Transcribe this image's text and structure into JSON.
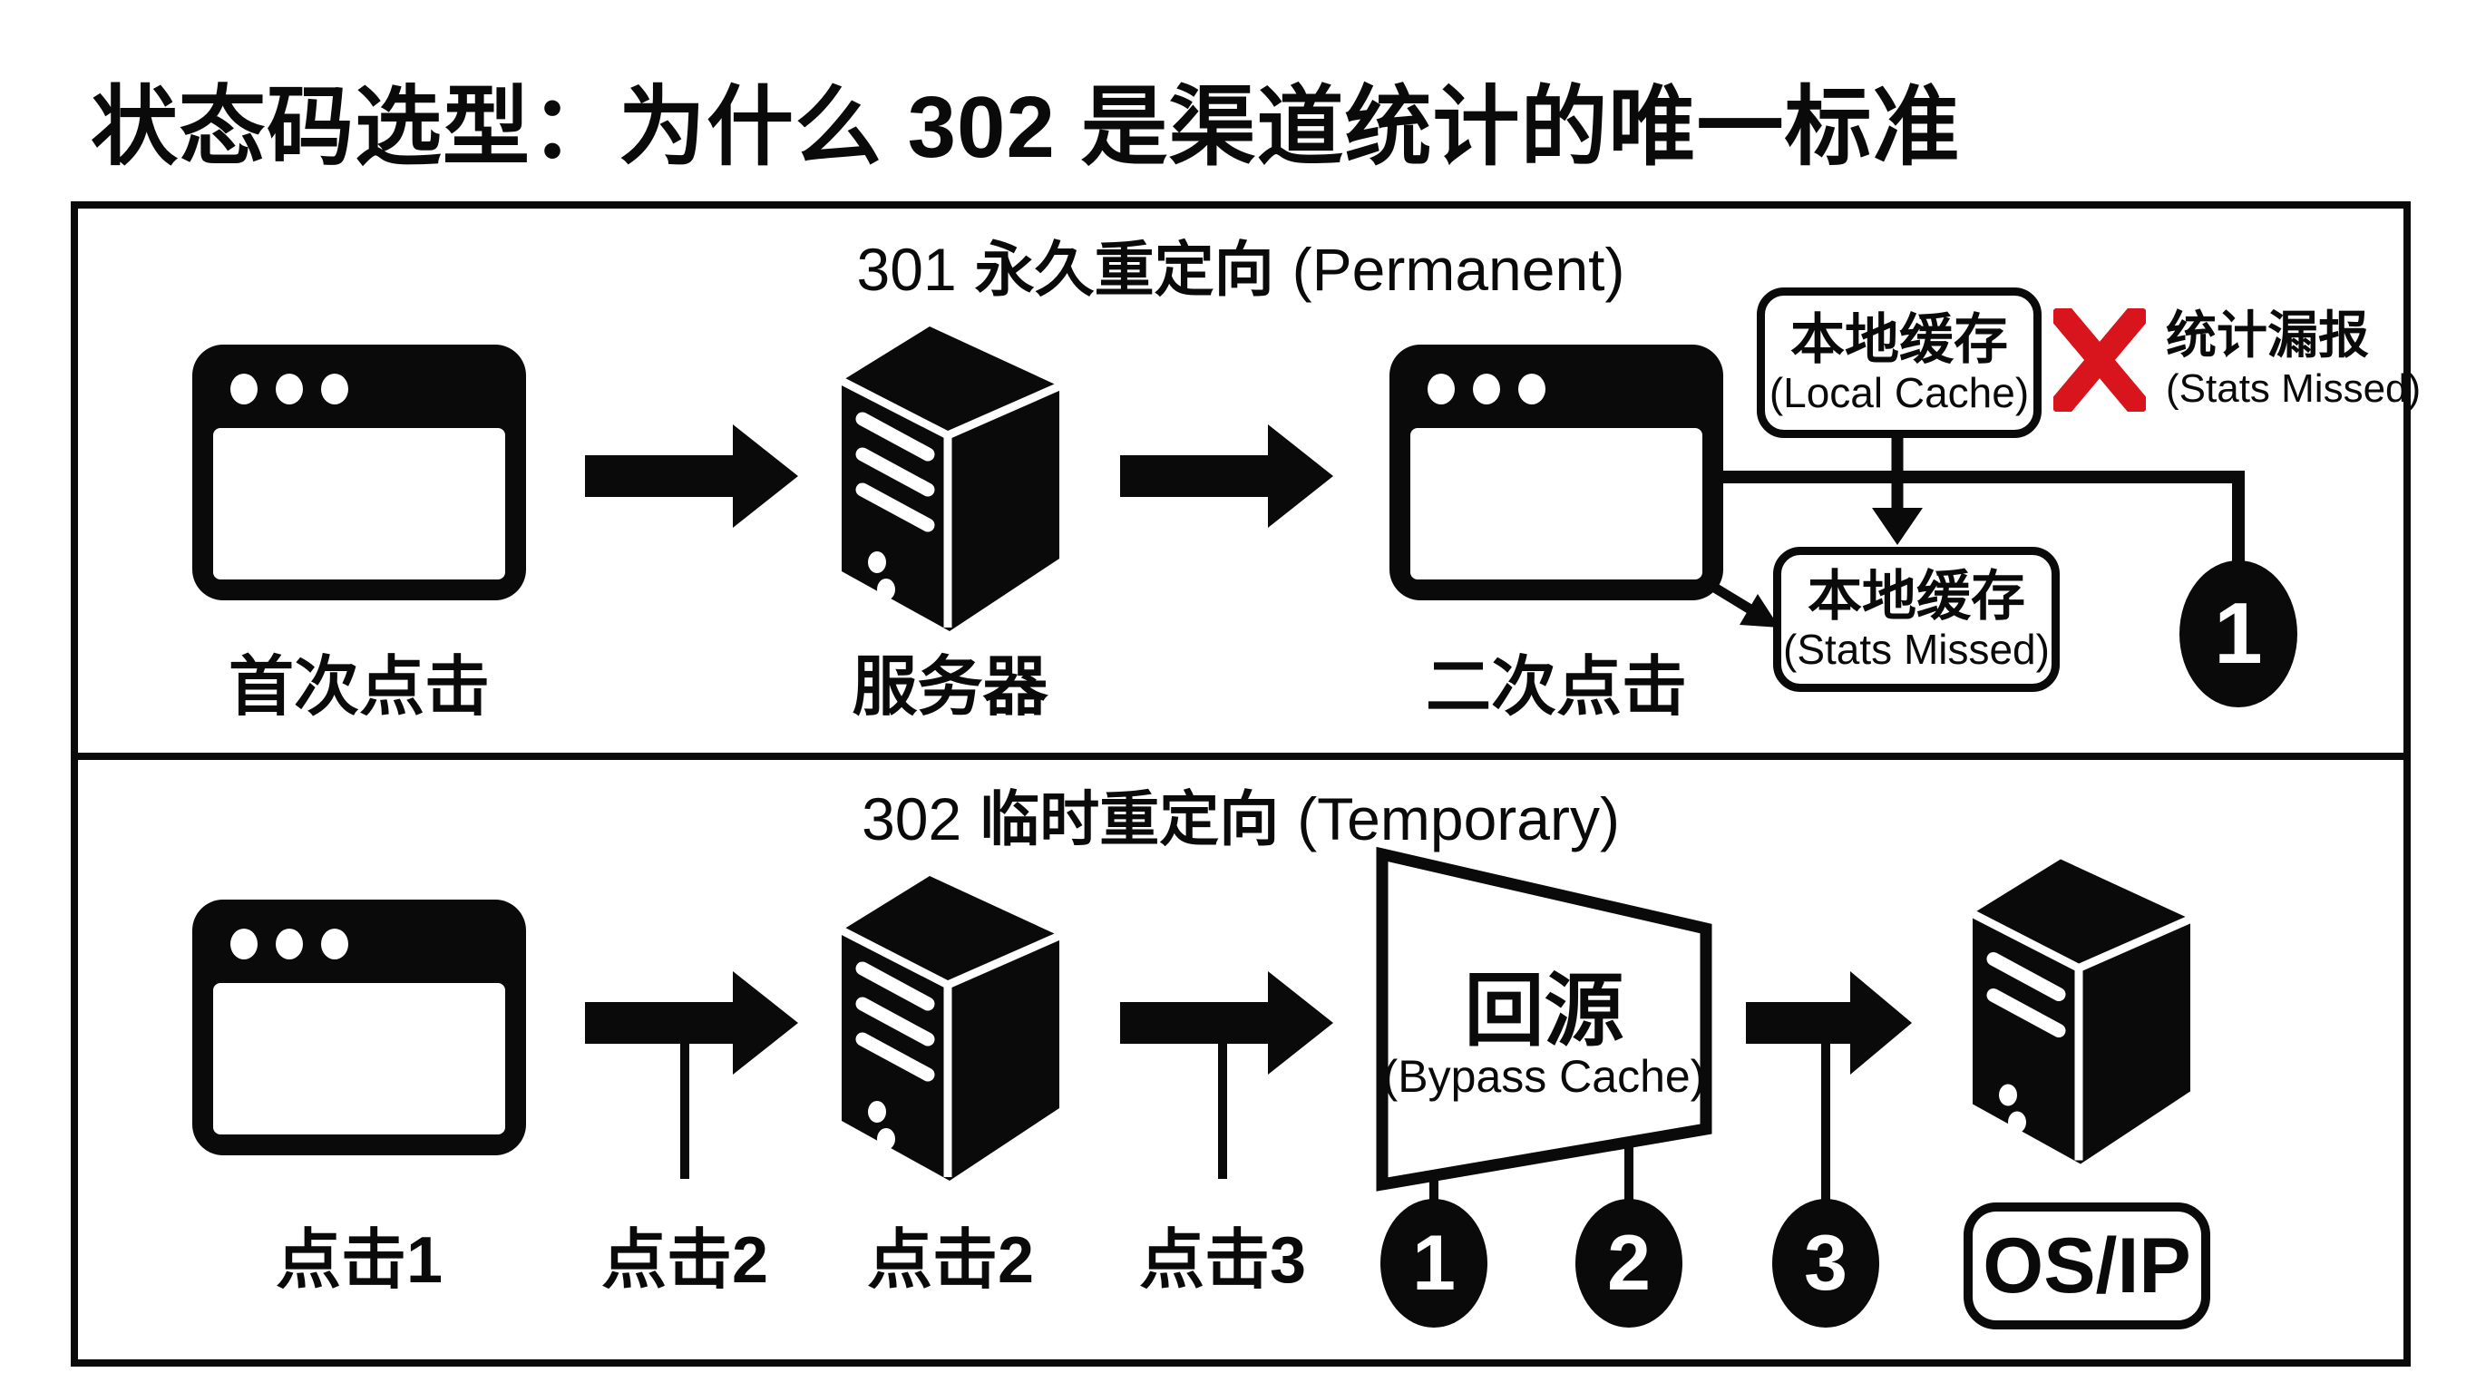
{
  "title": "状态码选型：为什么 302 是渠道统计的唯一标准",
  "colors": {
    "ink": "#0a0a0a",
    "error_red": "#d8141c",
    "paper": "#ffffff"
  },
  "panel_301": {
    "header": {
      "code": "301",
      "cjk": "永久重定向",
      "en": "(Permanent)"
    },
    "first_click_label": "首次点击",
    "server_label": "服务器",
    "second_click_label": "二次点击",
    "local_cache_box": {
      "line1": "本地缓存",
      "line2": "(Local Cache)"
    },
    "stats_missed_note": {
      "line1": "统计漏报",
      "line2": "(Stats Missed)"
    },
    "stats_missed_box": {
      "line1": "本地缓存",
      "line2": "(Stats Missed)"
    },
    "badge1": "1"
  },
  "panel_302": {
    "header": {
      "code": "302",
      "cjk": "临时重定向",
      "en": "(Temporary)"
    },
    "click1_label": "点击1",
    "click2_arrow_label": "点击2",
    "click2_server_label": "点击2",
    "click3_label": "点击3",
    "bypass_box": {
      "line1": "回源",
      "line2": "(Bypass Cache)"
    },
    "badge1": "1",
    "badge2": "2",
    "badge3": "3",
    "os_ip_label": "OS/IP"
  }
}
